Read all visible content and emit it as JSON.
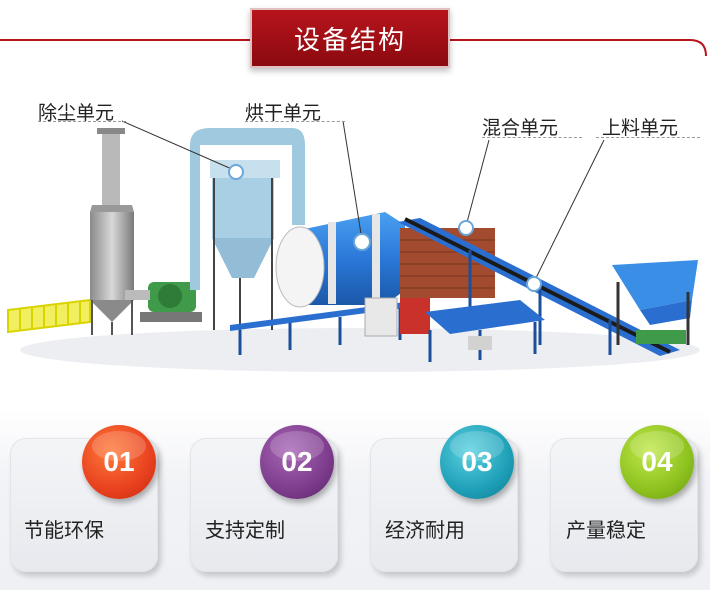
{
  "header": {
    "title": "设备结构"
  },
  "units": {
    "dust": "除尘单元",
    "dryer": "烘干单元",
    "mixer": "混合单元",
    "feeder": "上料单元"
  },
  "features": [
    {
      "number": "01",
      "label": "节能环保",
      "color": "#e8411f"
    },
    {
      "number": "02",
      "label": "支持定制",
      "color": "#7d3c8c"
    },
    {
      "number": "03",
      "label": "经济耐用",
      "color": "#1ea0b8"
    },
    {
      "number": "04",
      "label": "产量稳定",
      "color": "#8dc21f"
    }
  ],
  "colors": {
    "accent": "#a8101a",
    "equipment_blue": "#2a6fd0",
    "dryer_blue": "#3a8ee6"
  }
}
